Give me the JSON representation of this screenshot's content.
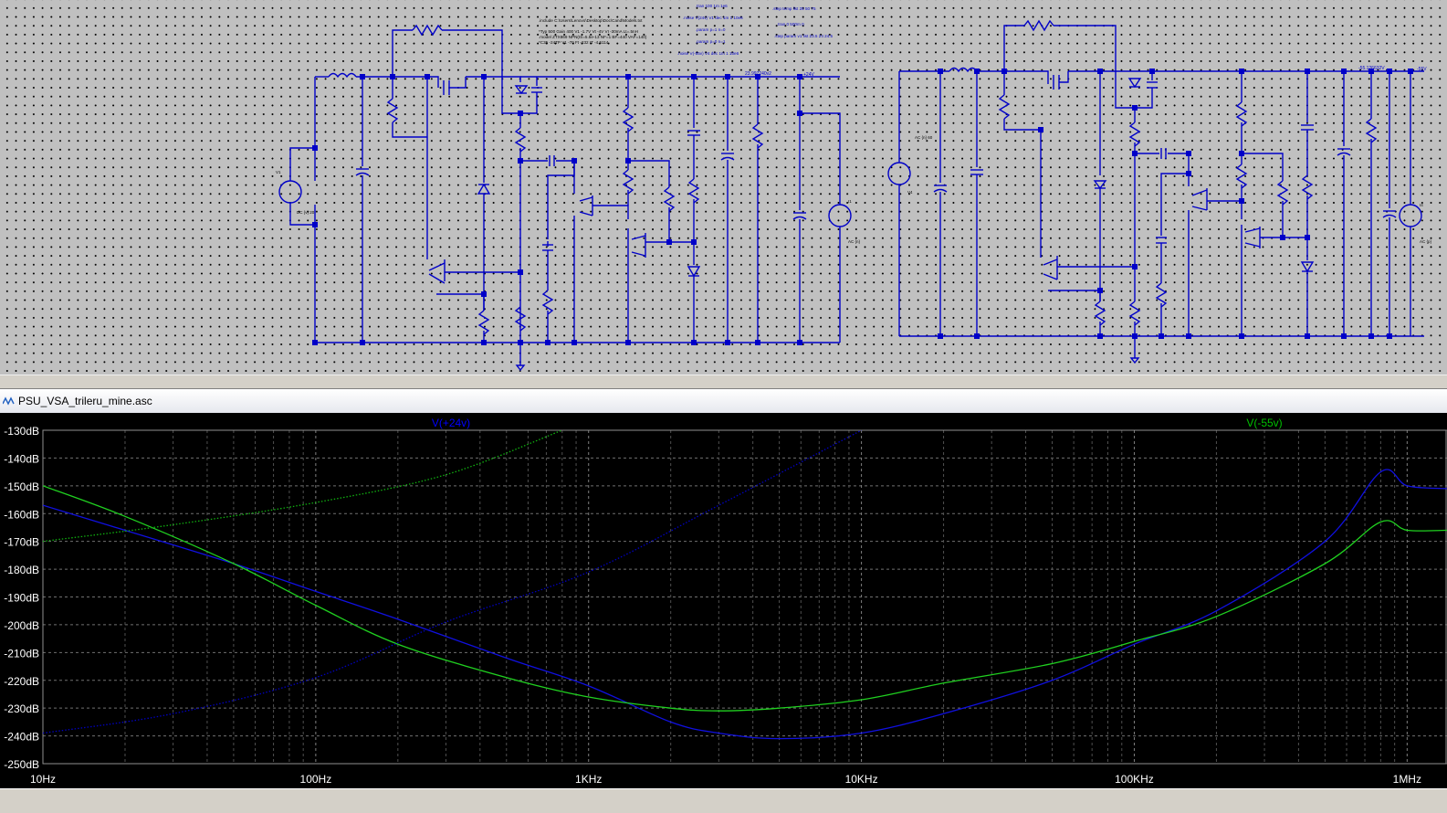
{
  "schematic": {
    "directives": [
      ".include C:\\Users\\Lenovo\\Desktop\\Doc\\Cand\\Models.txt",
      "*Typ 500 Gain 400 V1 -1.7V Vt -4V VI -30mA Lt=.5nH",
      ".model ZTX869 NPN(IS=5.5e-13 NF=1 BF=440 VAF=140)",
      "*C35 -24TP V1 -70 Ft -232 IT -4.5114",
      ".tran 100 1m 1e6",
      ".noise V(24v) V1 dec 1m 1 10e6",
      ".noise V(-55v) V4 dec 1m 1 10e6",
      ".param p=1 n=0",
      ".param p=0 n=1",
      ".step temp list 25 50 75",
      ".tran 0 500m 0",
      ".step param v1 list 23.5 24 24.5"
    ],
    "net_labels": {
      "pos_out": "+24V",
      "neg_out": "-55V",
      "pos_out_value": "23.997240v2",
      "neg_out_value": "-55.126632V"
    },
    "sources": [
      {
        "ref": "V1",
        "value": "DC {v}\n20"
      },
      {
        "ref": "V4",
        "value": "AC {n}\n60"
      },
      {
        "ref": "I1",
        "value": "AC {n}"
      },
      {
        "ref": "I4",
        "value": "AC {p}"
      }
    ]
  },
  "window": {
    "title": "PSU_VSA_trileru_mine.asc",
    "icon": "waveform-icon"
  },
  "plot": {
    "background": "#000000",
    "traces": [
      {
        "name": "V(+24v)",
        "color": "#0000ff"
      },
      {
        "name": "V(-55v)",
        "color": "#00c000"
      }
    ]
  },
  "chart_data": {
    "type": "line",
    "xscale": "log",
    "xlim": [
      10,
      1400000
    ],
    "ylim": [
      -250,
      -130
    ],
    "y_ticks": [
      "-130dB",
      "-140dB",
      "-150dB",
      "-160dB",
      "-170dB",
      "-180dB",
      "-190dB",
      "-200dB",
      "-210dB",
      "-220dB",
      "-230dB",
      "-240dB",
      "-250dB"
    ],
    "x_ticks": [
      "10Hz",
      "100Hz",
      "1KHz",
      "10KHz",
      "100KHz",
      "1MHz"
    ],
    "x_tick_values": [
      10,
      100,
      1000,
      10000,
      100000,
      1000000
    ],
    "series": [
      {
        "name": "V(+24v)",
        "color": "#1010e0",
        "style": "solid",
        "x": [
          10,
          20,
          50,
          100,
          200,
          500,
          1000,
          2000,
          3000,
          5000,
          10000,
          20000,
          50000,
          100000,
          200000,
          500000,
          800000,
          1000000,
          1400000
        ],
        "y": [
          -157,
          -166,
          -178,
          -188,
          -198,
          -212,
          -222,
          -235,
          -239,
          -241,
          -239,
          -232,
          -220,
          -207,
          -195,
          -170,
          -145,
          -150,
          -151
        ]
      },
      {
        "name": "V(-55v) mag",
        "color": "#20d020",
        "style": "solid",
        "x": [
          10,
          20,
          50,
          100,
          200,
          500,
          1000,
          2000,
          3000,
          5000,
          10000,
          20000,
          50000,
          100000,
          200000,
          500000,
          800000,
          1000000,
          1400000
        ],
        "y": [
          -150,
          -161,
          -178,
          -193,
          -207,
          -219,
          -226,
          -230,
          -231,
          -230,
          -227,
          -221,
          -214,
          -206,
          -197,
          -178,
          -163,
          -166,
          -166
        ]
      },
      {
        "name": "V(+24v) phase",
        "color": "#0000c0",
        "style": "dotted",
        "x": [
          10,
          30,
          100,
          300,
          1000,
          3000,
          10000
        ],
        "y": [
          -239,
          -232,
          -219,
          -199,
          -181,
          -157,
          -130
        ]
      },
      {
        "name": "V(-55v) phase",
        "color": "#10b010",
        "style": "dotted",
        "x": [
          10,
          30,
          100,
          300,
          800
        ],
        "y": [
          -170,
          -164,
          -156,
          -146,
          -130
        ]
      }
    ]
  }
}
